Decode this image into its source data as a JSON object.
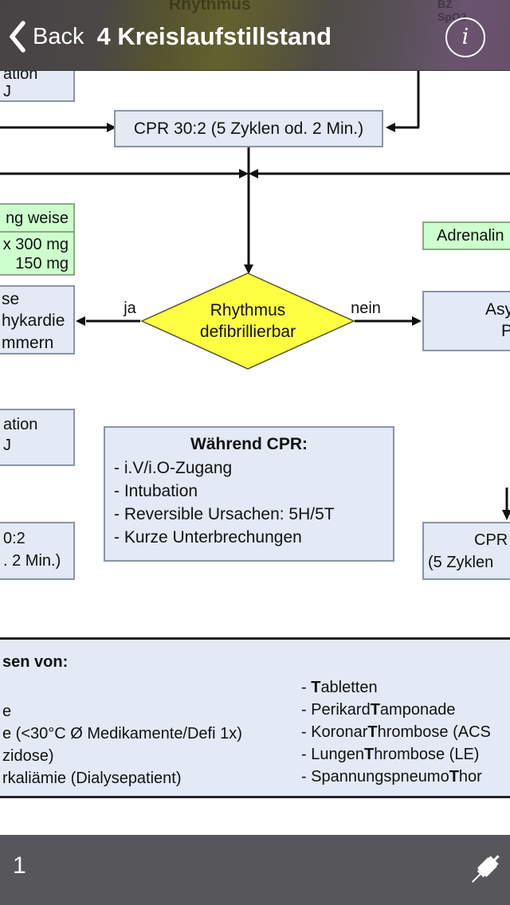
{
  "nav": {
    "back_label": "Back",
    "title": "4 Kreislaufstillstand",
    "ghost_center": "Rhythmus",
    "ghost_right_line1": "BZ",
    "ghost_right_line2": "SpO2"
  },
  "toolbar": {
    "page_number": "1"
  },
  "colors": {
    "nav_bar": "#4b4849",
    "toolbar": "#57565a",
    "box_fill_blue": "#e3e9f5",
    "box_fill_green": "#ccffcc",
    "diamond_fill": "#ffff42",
    "line_color": "#111111"
  },
  "flow": {
    "box_defib_top": {
      "line1": "ation",
      "line2": "J"
    },
    "box_cpr_top": {
      "label": "CPR 30:2 (5 Zyklen od. 2 Min.)"
    },
    "box_green_dose1": {
      "line1": "ng weise"
    },
    "box_green_dose2": {
      "line1": "x 300 mg",
      "line2": "150 mg"
    },
    "box_vf_vt": {
      "line1": "se",
      "line2": "hykardie",
      "line3": "mmern"
    },
    "decision": {
      "line1": "Rhythmus",
      "line2": "defibrillierbar"
    },
    "label_yes": "ja",
    "label_no": "nein",
    "box_adrenalin": {
      "label": "Adrenalin"
    },
    "box_asystole": {
      "line1": "Asys",
      "line2": "PE"
    },
    "box_defib_left": {
      "line1": "ation",
      "line2": "J"
    },
    "box_cpr_left": {
      "line1": "0:2",
      "line2": ". 2 Min.)"
    },
    "box_cpr_right": {
      "line1": "CPR",
      "line2": "(5 Zyklen"
    },
    "box_during_cpr": {
      "title": "Während CPR:",
      "items": [
        "- i.V/i.O-Zugang",
        "- Intubation",
        "- Reversible Ursachen: 5H/5T",
        "- Kurze Unterbrechungen"
      ]
    },
    "box_causes": {
      "header": "sen von:",
      "left_items": [
        "e",
        "e (<30°C Ø  Medikamente/Defi 1x)",
        "zidose)",
        "rkaliämie (Dialysepatient)"
      ],
      "right_items": [
        "- **T**abletten",
        "- Perikard**T**amponade",
        "- Koronar**T**hrombose (ACS",
        "- Lungen**T**hrombose (LE)",
        "- Spannungspneumo**T**hor"
      ]
    }
  }
}
